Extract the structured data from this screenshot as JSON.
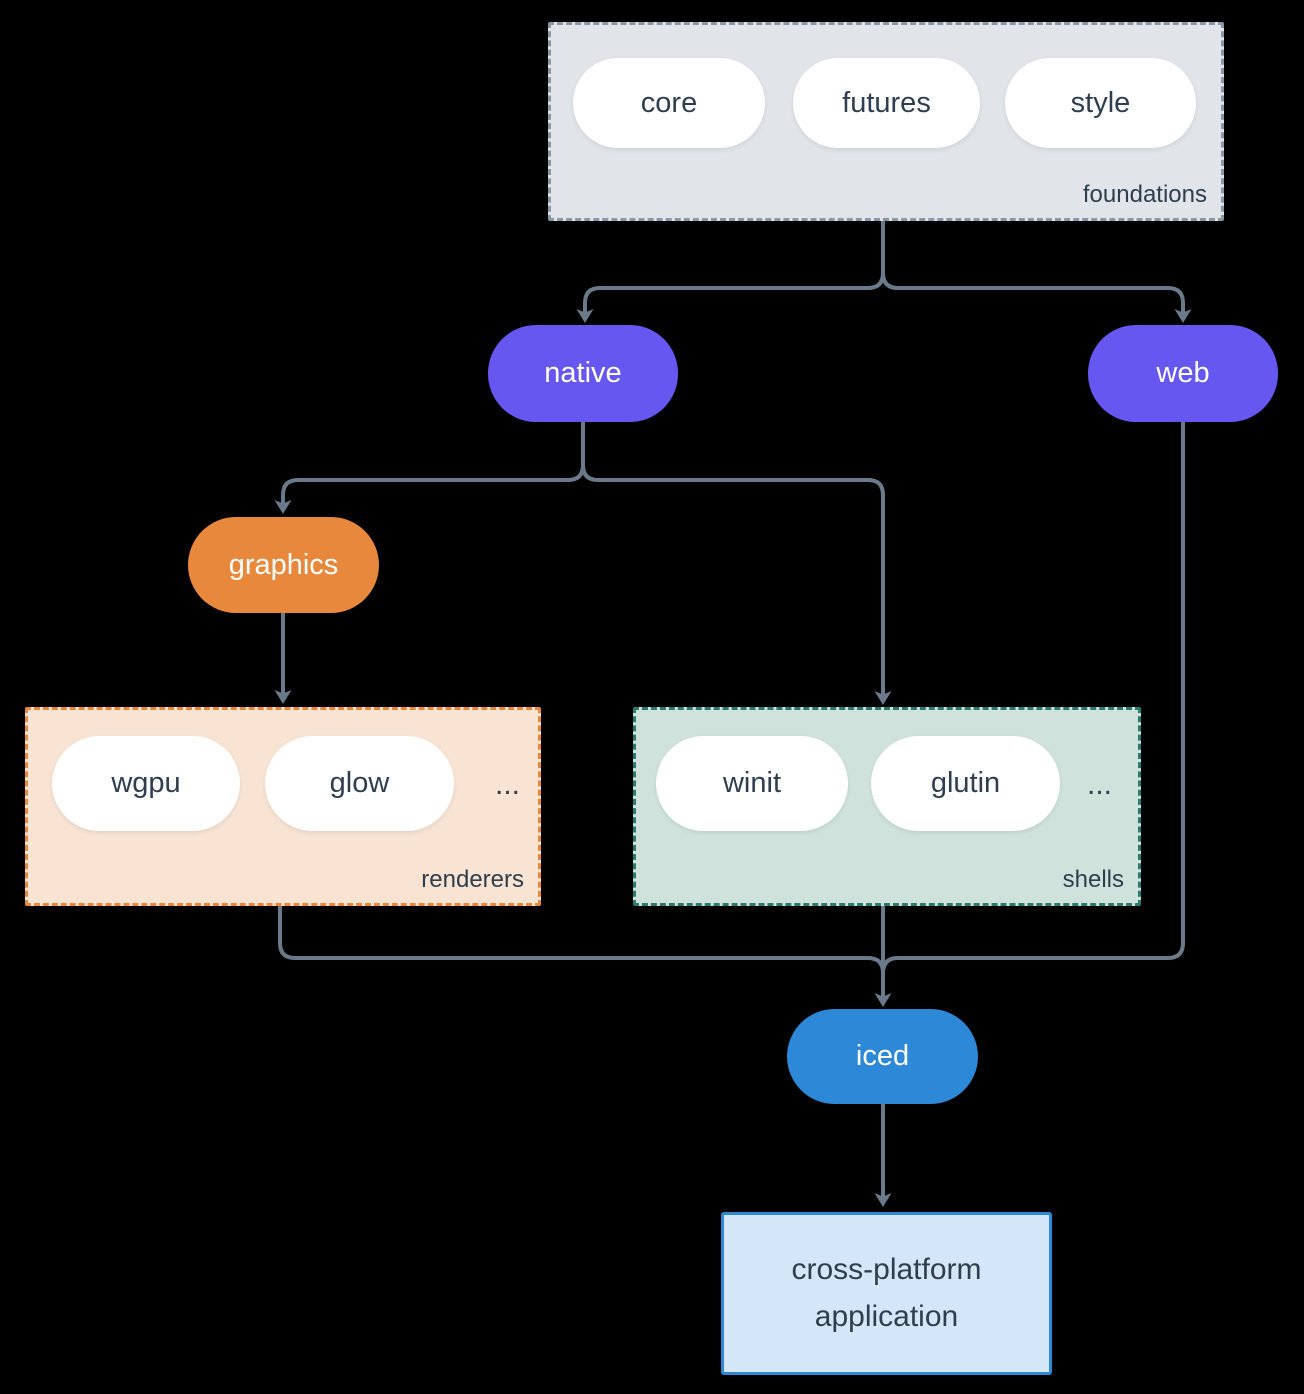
{
  "diagram": {
    "background": "#000000",
    "connector_color": "#6b7a8b",
    "groups": {
      "foundations": {
        "label": "foundations",
        "fill": "#e1e5e9",
        "border_color": "#8a98a6",
        "items": [
          {
            "label": "core"
          },
          {
            "label": "futures"
          },
          {
            "label": "style"
          }
        ]
      },
      "renderers": {
        "label": "renderers",
        "fill": "#f9e4d4",
        "border_color": "#e8883c",
        "items": [
          {
            "label": "wgpu"
          },
          {
            "label": "glow"
          }
        ],
        "ellipsis": "..."
      },
      "shells": {
        "label": "shells",
        "fill": "#d0e2dc",
        "border_color": "#2a7a6e",
        "items": [
          {
            "label": "winit"
          },
          {
            "label": "glutin"
          }
        ],
        "ellipsis": "..."
      }
    },
    "nodes": {
      "native": {
        "label": "native",
        "fill": "#6557f0",
        "text_color": "#ffffff"
      },
      "web": {
        "label": "web",
        "fill": "#6557f0",
        "text_color": "#ffffff"
      },
      "graphics": {
        "label": "graphics",
        "fill": "#e8883c",
        "text_color": "#ffffff"
      },
      "iced": {
        "label": "iced",
        "fill": "#2d89d8",
        "text_color": "#ffffff"
      },
      "application": {
        "line1": "cross-platform",
        "line2": "application",
        "fill": "#d4e7f8",
        "border_color": "#2d89d8",
        "text_color": "#2e3e4e"
      }
    }
  }
}
